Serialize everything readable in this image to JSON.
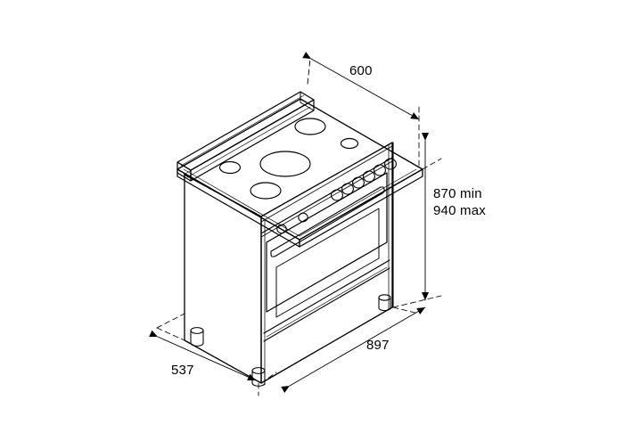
{
  "drawing": {
    "title": "Range cooker isometric dimension drawing",
    "subject": "freestanding-range-cooker",
    "units": "mm",
    "background_color": "#ffffff",
    "line_color": "#000000"
  },
  "dimensions": {
    "depth": {
      "name": "cooktop-depth",
      "label": "600",
      "value": 600
    },
    "height": {
      "name": "overall-height-adjustable",
      "label_min": "870 min",
      "label_max": "940 max",
      "min": 870,
      "max": 940
    },
    "width": {
      "name": "overall-width",
      "label": "897",
      "value": 897
    },
    "base_depth": {
      "name": "base-depth",
      "label": "537",
      "value": 537
    }
  },
  "appliance": {
    "cooktop": {
      "burner_count": 5,
      "burners": [
        {
          "name": "burner-center-large",
          "size": "large"
        },
        {
          "name": "burner-rear-right",
          "size": "medium"
        },
        {
          "name": "burner-front-left",
          "size": "medium"
        },
        {
          "name": "burner-left-small",
          "size": "small"
        },
        {
          "name": "burner-right-small",
          "size": "small"
        }
      ]
    },
    "backsplash": {
      "name": "backsplash-rail"
    },
    "control_panel": {
      "knob_count": 6,
      "indicator_count": 2
    },
    "oven": {
      "door": "oven-door",
      "handle": "oven-door-handle",
      "window": "oven-door-window"
    },
    "legs": {
      "count": 3,
      "type": "adjustable-foot"
    }
  }
}
